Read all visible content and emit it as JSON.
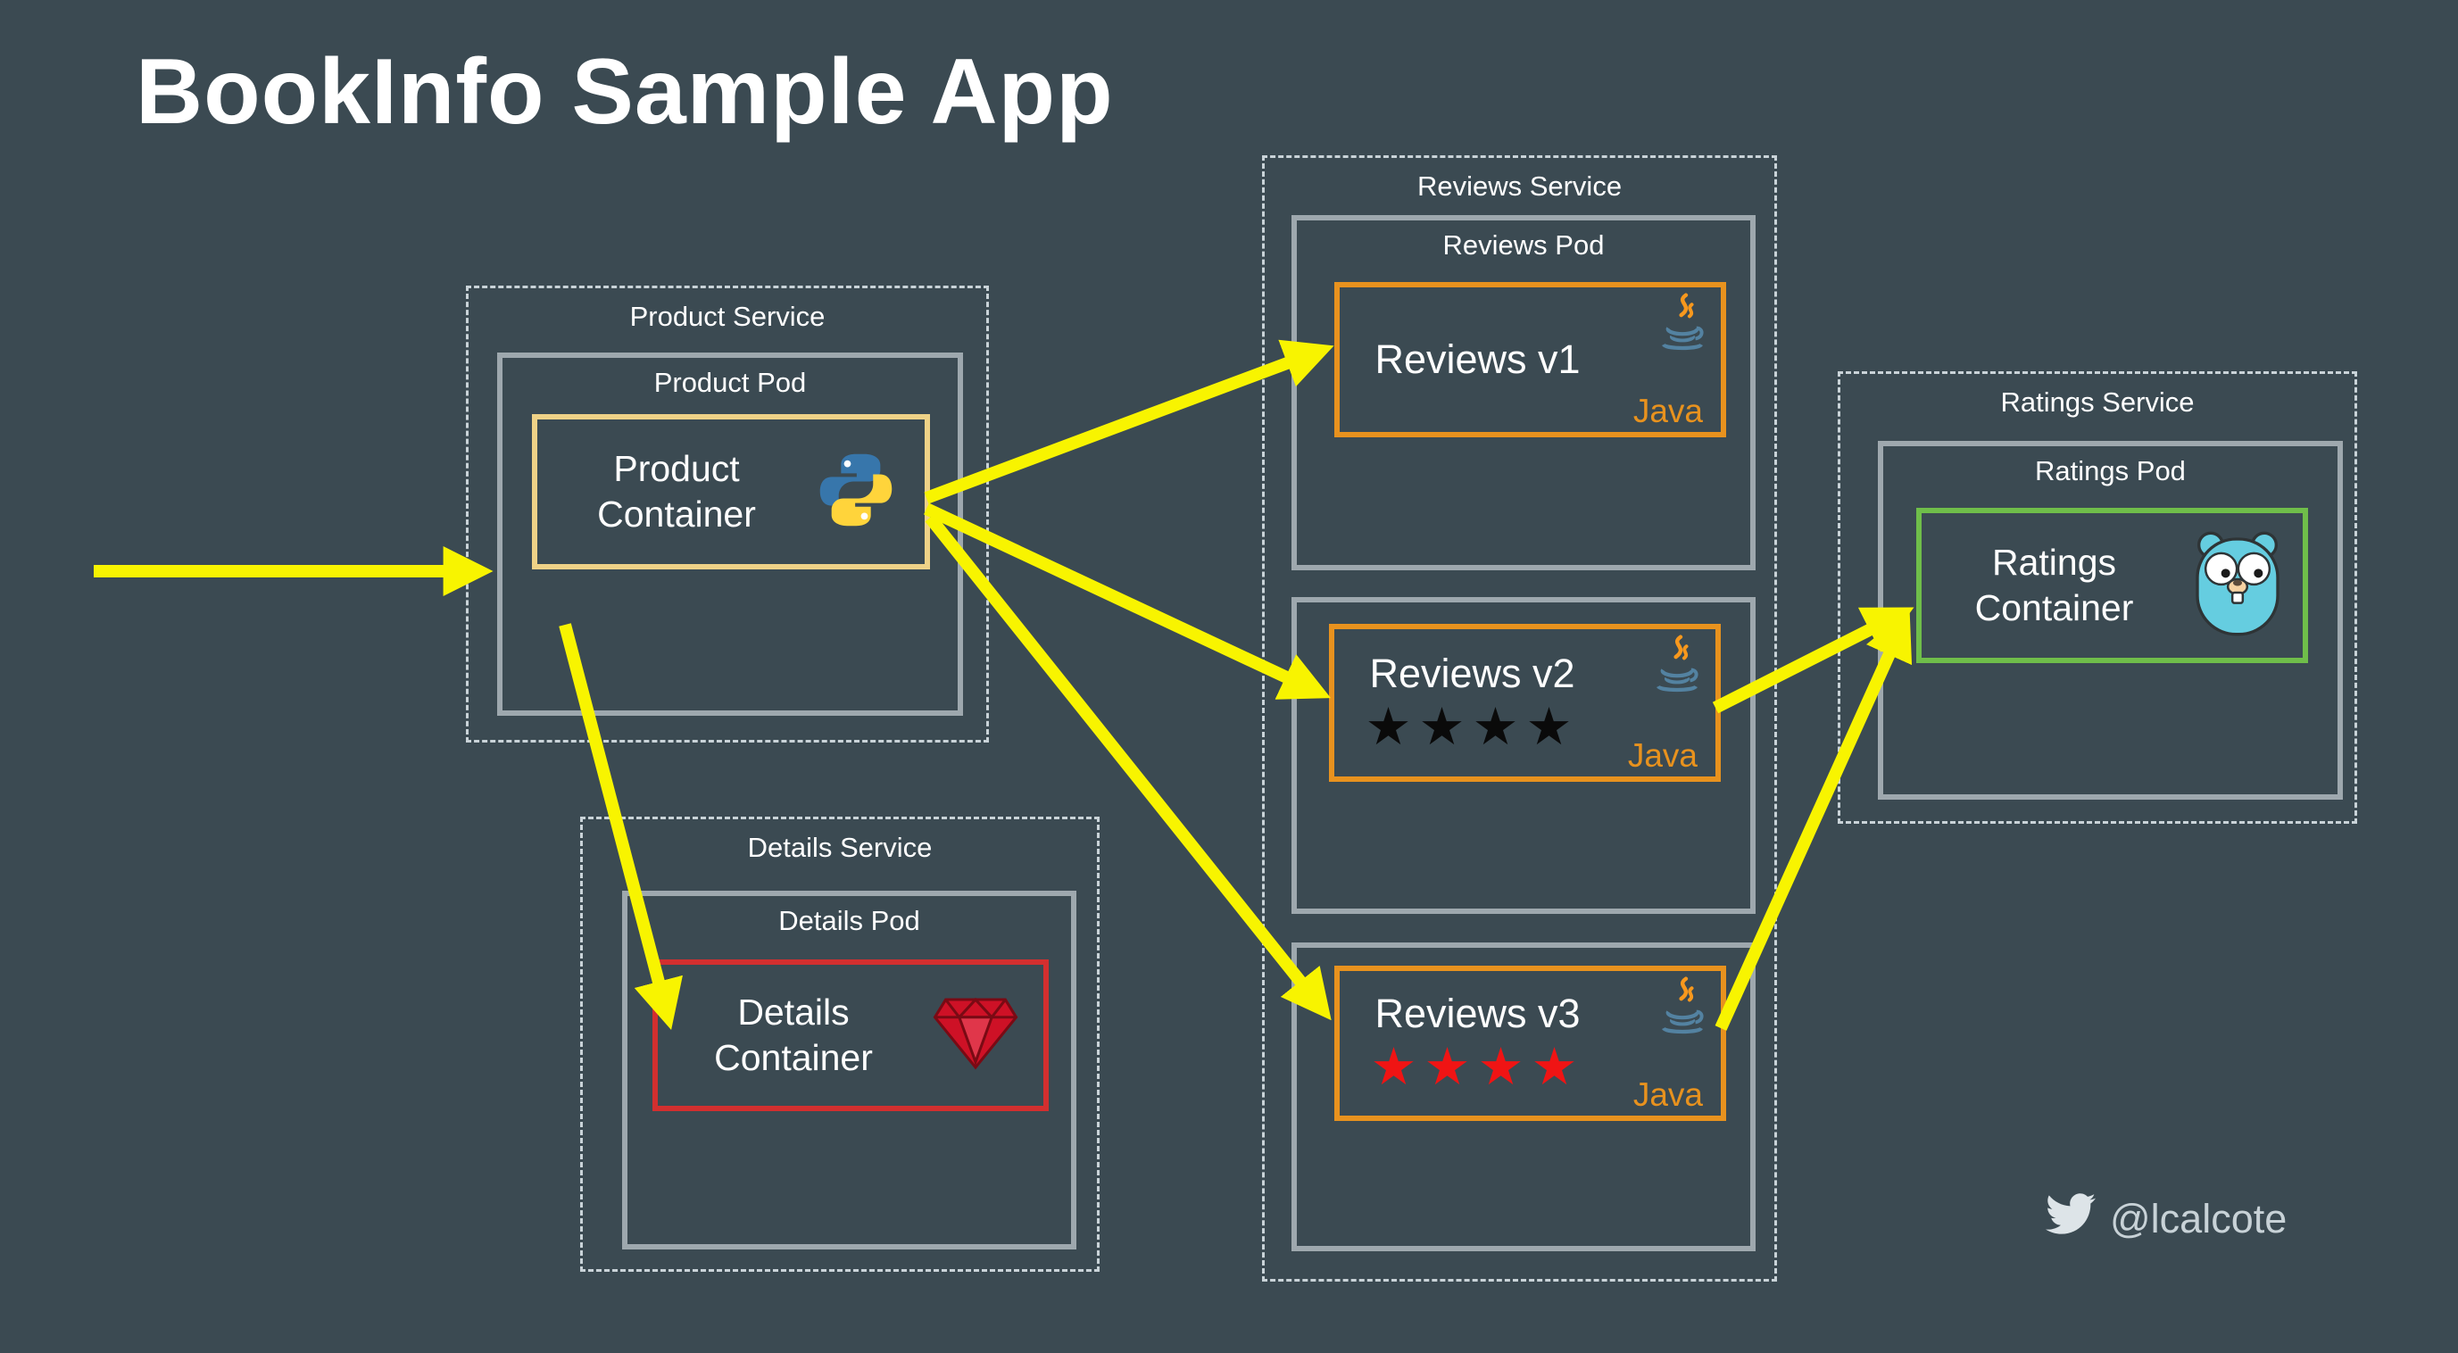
{
  "title": "BookInfo Sample App",
  "colors": {
    "bg": "#3B4A52",
    "text": "#FFFFFF",
    "dash-border": "#C9D3D8",
    "pod-border": "#9EA8AE",
    "product-border": "#EFD287",
    "details-border": "#D32F2F",
    "reviews-border": "#E8921E",
    "ratings-border": "#6FBE4A",
    "arrow": "#F8F400",
    "java": "#E8921E",
    "star-black": "#0A0A0A",
    "star-red": "#F01414",
    "footer-text": "#C8D2D7"
  },
  "product": {
    "service_label": "Product Service",
    "pod_label": "Product Pod",
    "container_label": "Product Container",
    "icon": "python-logo"
  },
  "details": {
    "service_label": "Details Service",
    "pod_label": "Details Pod",
    "container_label": "Details Container",
    "icon": "ruby-logo"
  },
  "reviews": {
    "service_label": "Reviews Service",
    "pod_label": "Reviews Pod",
    "java_label": "Java",
    "icon": "java-logo",
    "versions": [
      {
        "label": "Reviews v1",
        "stars": ""
      },
      {
        "label": "Reviews v2",
        "stars": "★★★★"
      },
      {
        "label": "Reviews v3",
        "stars": "★★★★"
      }
    ]
  },
  "ratings": {
    "service_label": "Ratings Service",
    "pod_label": "Ratings Pod",
    "container_label": "Ratings Container",
    "icon": "go-gopher-logo"
  },
  "footer": {
    "handle": "@lcalcote",
    "icon": "twitter-bird"
  }
}
